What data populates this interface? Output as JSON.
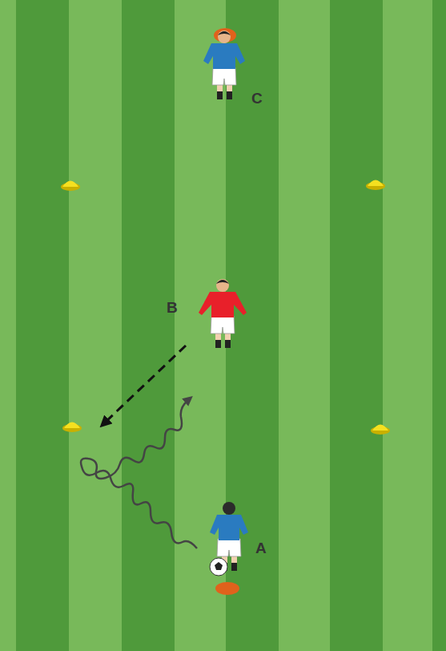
{
  "diagram": {
    "labels": [
      "C",
      "B",
      "A"
    ]
  }
}
